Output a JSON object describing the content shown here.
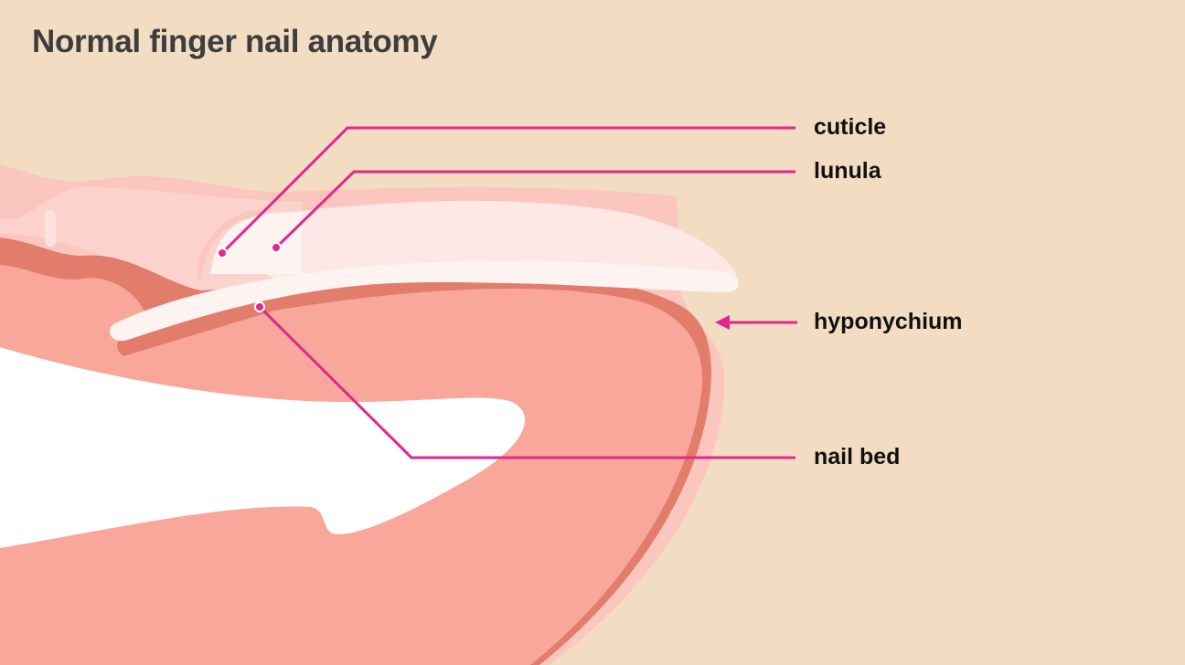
{
  "title": "Normal finger nail anatomy",
  "labels": {
    "cuticle": "cuticle",
    "lunula": "lunula",
    "hyponychium": "hyponychium",
    "nail_bed": "nail bed"
  },
  "colors": {
    "background": "#F2DCC2",
    "leader_line": "#E0288F",
    "skin_outer": "#FBC6BD",
    "skin_dark": "#E27D6C",
    "flesh": "#F8A79A",
    "nail": "#FDF3F1"
  }
}
